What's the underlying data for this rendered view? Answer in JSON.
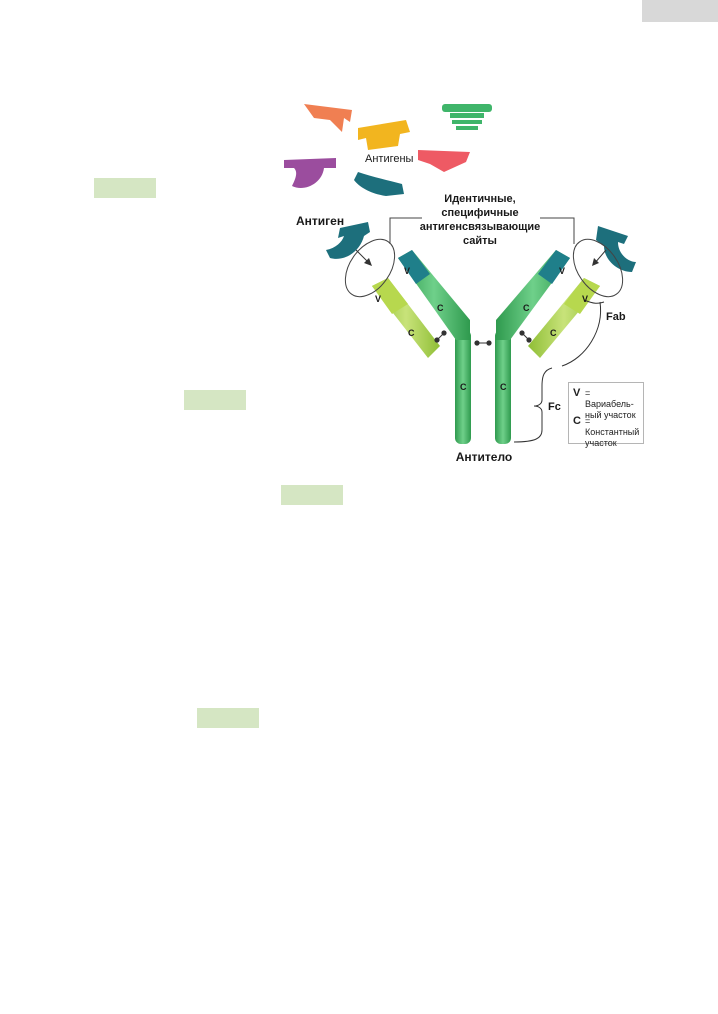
{
  "labels": {
    "antigens": "Антигены",
    "antigen": "Антиген",
    "identical_sites": [
      "Идентичные,",
      "специфичные",
      "антигенсвязывающие",
      "сайты"
    ],
    "fab": "Fab",
    "fc": "Fc",
    "antibody": "Антитело",
    "v": "V",
    "c": "C"
  },
  "legend": {
    "v_key": "V",
    "v_text": "= Вариабель-ный участок",
    "c_key": "C",
    "c_text": "= Константный участок"
  },
  "colors": {
    "heavy_chain": "#3aa85a",
    "heavy_chain_light": "#5cc47a",
    "light_chain": "#a7cf4a",
    "variable_teal": "#1f7f8a",
    "antigen_teal": "#1d6f7c",
    "antigen_orange": "#f07f52",
    "antigen_yellow": "#f2b51f",
    "antigen_green": "#3fb56a",
    "antigen_purple": "#9b4d9e",
    "antigen_red": "#ee5a64",
    "highlight_box": "#d5e6c3",
    "page_tab": "#d8d8d8"
  }
}
